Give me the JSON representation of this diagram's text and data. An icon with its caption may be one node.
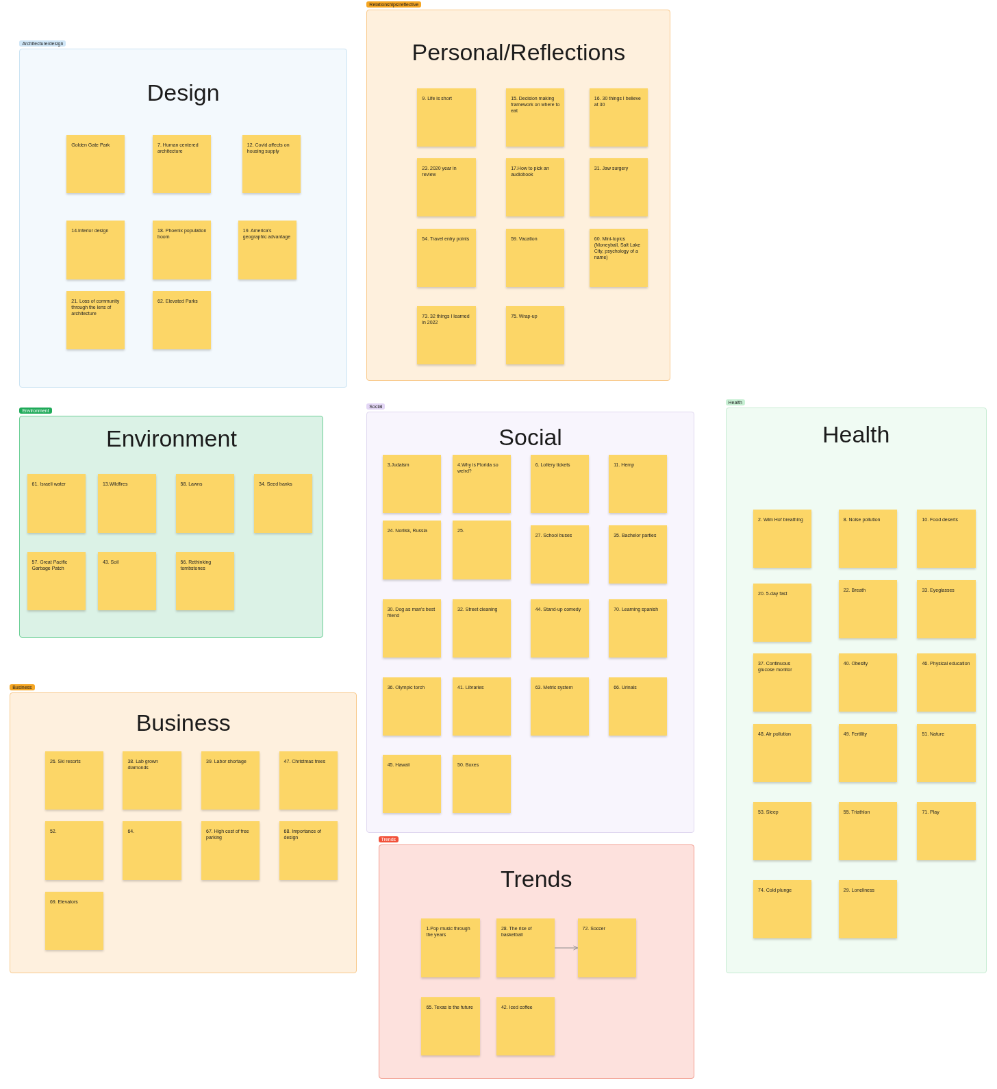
{
  "diagram": {
    "nodes": [
      {
        "text": [
          "Design"
        ],
        "beside": [
          "Architecture/design"
        ]
      },
      {
        "text": [
          "Golden Gate Park"
        ],
        "in": 0
      },
      {
        "text": [
          "7. Human centered architecture"
        ],
        "in": 0
      },
      {
        "text": [
          "12. Covid affects on housing supply"
        ],
        "in": 0
      },
      {
        "text": [
          "14.Interior design"
        ],
        "in": 0
      },
      {
        "text": [
          "18. Phoenix population boom"
        ],
        "in": 0
      },
      {
        "text": [
          "19. America's geographic advantage"
        ],
        "in": 0
      },
      {
        "text": [
          "21. Loss of community through the lens of architecture"
        ],
        "in": 0
      },
      {
        "text": [
          "62. Elevated Parks"
        ],
        "in": 0
      },
      {
        "text": [
          "Personal/Reflections"
        ],
        "beside": [
          "Relationships/reflective"
        ]
      },
      {
        "text": [
          "9. Life is short"
        ],
        "in": 9
      },
      {
        "text": [
          "15. Decision making framework on where to eat"
        ],
        "in": 9
      },
      {
        "text": [
          "16. 30 things I believe at 30"
        ],
        "in": 9
      },
      {
        "text": [
          "23. 2020 year in review"
        ],
        "in": 9
      },
      {
        "text": [
          "17.How to pick an audiobook"
        ],
        "in": 9
      },
      {
        "text": [
          "31. Jaw surgery"
        ],
        "in": 9
      },
      {
        "text": [
          "54. Travel entry points"
        ],
        "in": 9
      },
      {
        "text": [
          "59. Vacation"
        ],
        "in": 9
      },
      {
        "text": [
          "60. Mini-topics (Moneyball, Salt Lake City, psychology of a name)"
        ],
        "in": 9
      },
      {
        "text": [
          "73. 32 things I learned in 2022"
        ],
        "in": 9
      },
      {
        "text": [
          "75. Wrap-up"
        ],
        "in": 9
      },
      {
        "text": [
          "Environment"
        ],
        "beside": [
          "Environment"
        ]
      },
      {
        "text": [
          "61. Israeli water"
        ],
        "in": 21
      },
      {
        "text": [
          "13.Wildfires"
        ],
        "in": 21
      },
      {
        "text": [
          "58. Lawns"
        ],
        "in": 21
      },
      {
        "text": [
          "34. Seed banks"
        ],
        "in": 21
      },
      {
        "text": [
          "57. Great Pacific Garbage Patch"
        ],
        "in": 21
      },
      {
        "text": [
          "43. Soil"
        ],
        "in": 21
      },
      {
        "text": [
          "56. Rethinking tombstones"
        ],
        "in": 21
      },
      {
        "text": [
          "Social"
        ],
        "beside": [
          "Social"
        ]
      },
      {
        "text": [
          "3.Judaism"
        ],
        "in": 29
      },
      {
        "text": [
          "4.Why is Florida so weird?"
        ],
        "in": 29
      },
      {
        "text": [
          "6. Lottery tickets"
        ],
        "in": 29
      },
      {
        "text": [
          "11. Hemp"
        ],
        "in": 29
      },
      {
        "text": [
          "24. Norlisk, Russia"
        ],
        "in": 29
      },
      {
        "text": [
          "25."
        ],
        "in": 29
      },
      {
        "text": [
          "27. School buses"
        ],
        "in": 29
      },
      {
        "text": [
          "35. Bachelor parties"
        ],
        "in": 29
      },
      {
        "text": [
          "30. Dog as man's best friend"
        ],
        "in": 29
      },
      {
        "text": [
          "32. Street cleaning"
        ],
        "in": 29
      },
      {
        "text": [
          "44. Stand-up comedy"
        ],
        "in": 29
      },
      {
        "text": [
          "70. Learning spanish"
        ],
        "in": 29
      },
      {
        "text": [
          "36. Olympic torch"
        ],
        "in": 29
      },
      {
        "text": [
          "41. Libraries"
        ],
        "in": 29
      },
      {
        "text": [
          "63. Metric system"
        ],
        "in": 29
      },
      {
        "text": [
          "66. Urinals"
        ],
        "in": 29
      },
      {
        "text": [
          "45. Hawaii"
        ],
        "in": 29
      },
      {
        "text": [
          "50. Boxes"
        ],
        "in": 29
      },
      {
        "text": [
          "Health"
        ],
        "beside": [
          "Health"
        ]
      },
      {
        "text": [
          "2. Wim Hof breathing"
        ],
        "in": 48
      },
      {
        "text": [
          "8. Noise pollution"
        ],
        "in": 48
      },
      {
        "text": [
          "10. Food deserts"
        ],
        "in": 48
      },
      {
        "text": [
          "20. 5-day fast"
        ],
        "in": 48
      },
      {
        "text": [
          "22. Breath"
        ],
        "in": 48
      },
      {
        "text": [
          "33. Eyeglasses"
        ],
        "in": 48
      },
      {
        "text": [
          "37. Continuous glucose monitor"
        ],
        "in": 48
      },
      {
        "text": [
          "40. Obesity"
        ],
        "in": 48
      },
      {
        "text": [
          "46. Physical education"
        ],
        "in": 48
      },
      {
        "text": [
          "48. Air pollution"
        ],
        "in": 48
      },
      {
        "text": [
          "49. Fertility"
        ],
        "in": 48
      },
      {
        "text": [
          "51. Nature"
        ],
        "in": 48
      },
      {
        "text": [
          "53. Sleep"
        ],
        "in": 48
      },
      {
        "text": [
          "55. Triathlon"
        ],
        "in": 48
      },
      {
        "text": [
          "71. Play"
        ],
        "in": 48
      },
      {
        "text": [
          "74. Cold plunge"
        ],
        "in": 48
      },
      {
        "text": [
          "29. Loneliness"
        ],
        "in": 48
      },
      {
        "text": [
          "Business"
        ],
        "beside": [
          "Business"
        ]
      },
      {
        "text": [
          "26. Ski resorts"
        ],
        "in": 66
      },
      {
        "text": [
          "38. Lab grown diamonds"
        ],
        "in": 66
      },
      {
        "text": [
          "39. Labor shortage"
        ],
        "in": 66
      },
      {
        "text": [
          "47. Christmas trees"
        ],
        "in": 66
      },
      {
        "text": [
          "52."
        ],
        "in": 66
      },
      {
        "text": [
          "64."
        ],
        "in": 66
      },
      {
        "text": [
          "67. High cost of free parking"
        ],
        "in": 66
      },
      {
        "text": [
          "68. Importance of design"
        ],
        "in": 66
      },
      {
        "text": [
          "69. Elevators"
        ],
        "in": 66
      },
      {
        "text": [
          "Trends"
        ],
        "beside": [
          "Trends"
        ]
      },
      {
        "text": [
          "1.Pop music through the years"
        ],
        "in": 76
      },
      {
        "text": [
          "28. The rise of basketball"
        ],
        "in": 76
      },
      {
        "text": [
          "72. Soccer"
        ],
        "in": 76
      },
      {
        "text": [
          "65. Texas is the future"
        ],
        "in": 76
      },
      {
        "text": [
          "42. Iced coffee"
        ],
        "in": 76
      }
    ],
    "edges": [
      {
        "from": 78,
        "to": 79,
        "arrow": "to"
      }
    ]
  }
}
